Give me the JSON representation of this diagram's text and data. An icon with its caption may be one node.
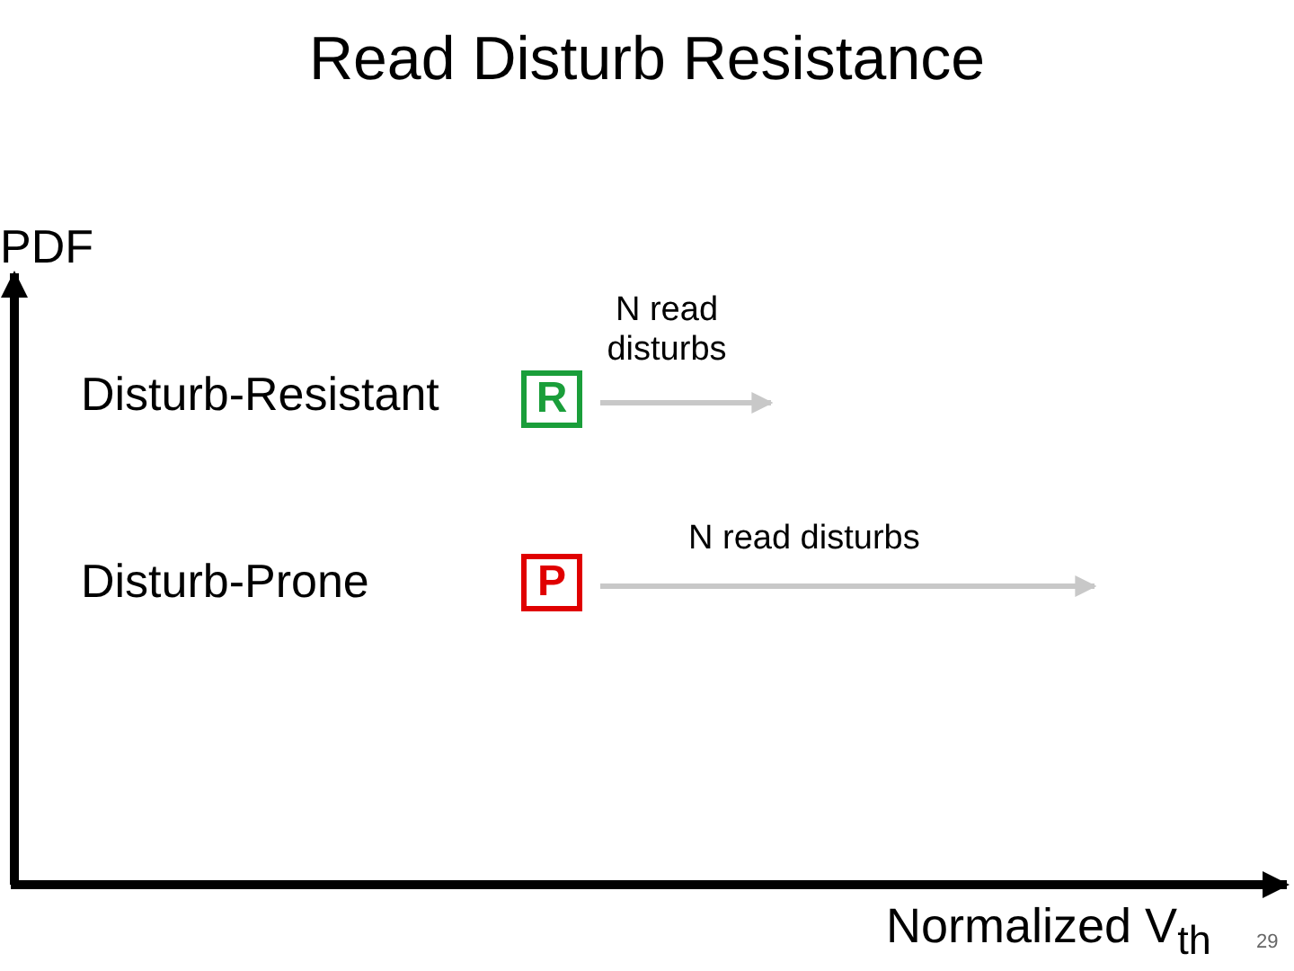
{
  "diagram": {
    "title": "Read Disturb Resistance",
    "nodes": [
      {
        "text": [
          "R"
        ],
        "beside": [
          "Disturb-Resistant"
        ]
      },
      {
        "text": [
          "P"
        ],
        "beside": [
          "Disturb-Prone"
        ]
      }
    ],
    "edges": [
      {
        "from": 0,
        "to": null,
        "arrow": "to",
        "label": "N read disturbs"
      },
      {
        "from": 1,
        "to": null,
        "arrow": "to",
        "label": "N read disturbs"
      }
    ],
    "labels": [
      "PDF",
      "Normalized V$_{th}$",
      "29"
    ]
  }
}
